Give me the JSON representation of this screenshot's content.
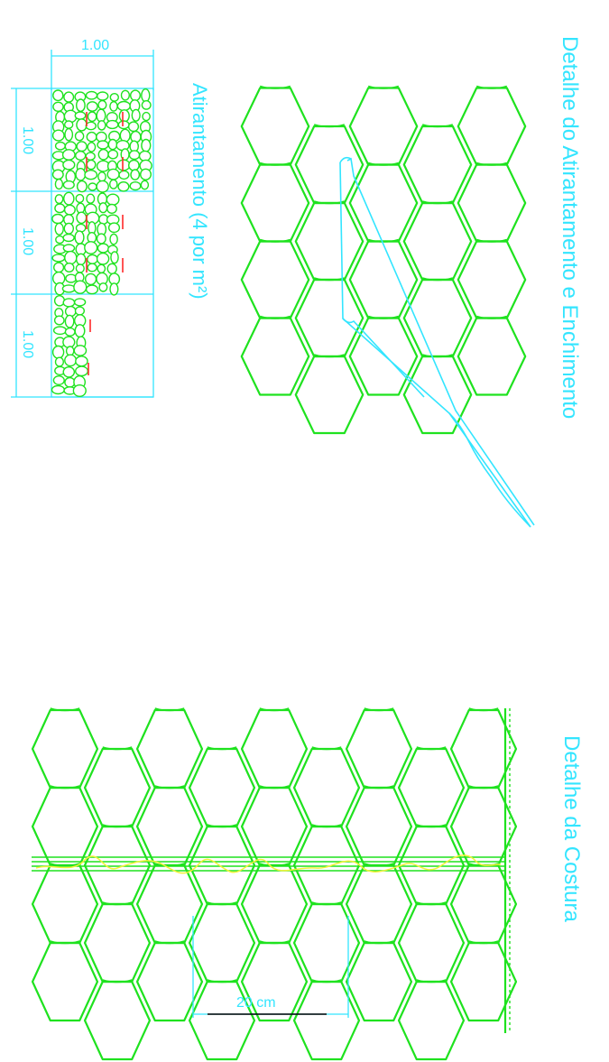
{
  "titles": {
    "detail_tie_fill": "Detalhe do Atirantamento e Enchimento",
    "detail_seam": "Detalhe da Costura",
    "tie_label": "Atirantamento (4 por m²)"
  },
  "dimensions": {
    "top_width": "1.00",
    "left_1": "1.00",
    "left_2": "1.00",
    "left_3": "1.00",
    "mesh_spacing": "20 cm"
  },
  "colors": {
    "background": "#ffffff",
    "mesh": "#1fe21f",
    "annotation": "#33e5ff",
    "tie_marks": "#ff2a2a",
    "seam_wire": "#f2f23a"
  }
}
